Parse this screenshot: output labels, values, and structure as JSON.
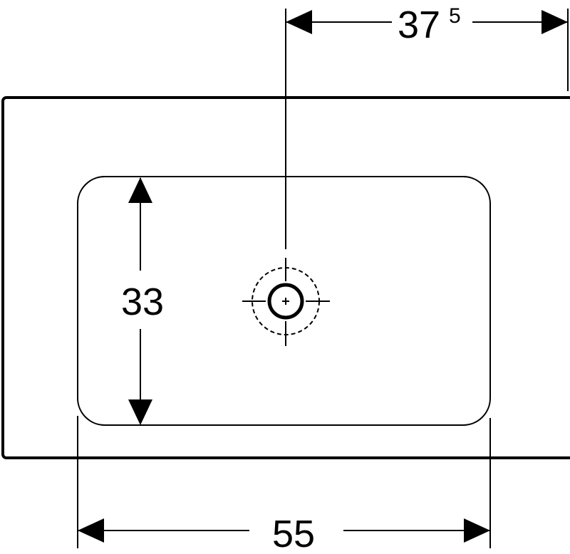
{
  "colors": {
    "line": "#000000",
    "background": "#ffffff"
  },
  "dimensions": {
    "top": {
      "base": "37",
      "sup": "5"
    },
    "left": "33",
    "bottom": "55"
  }
}
